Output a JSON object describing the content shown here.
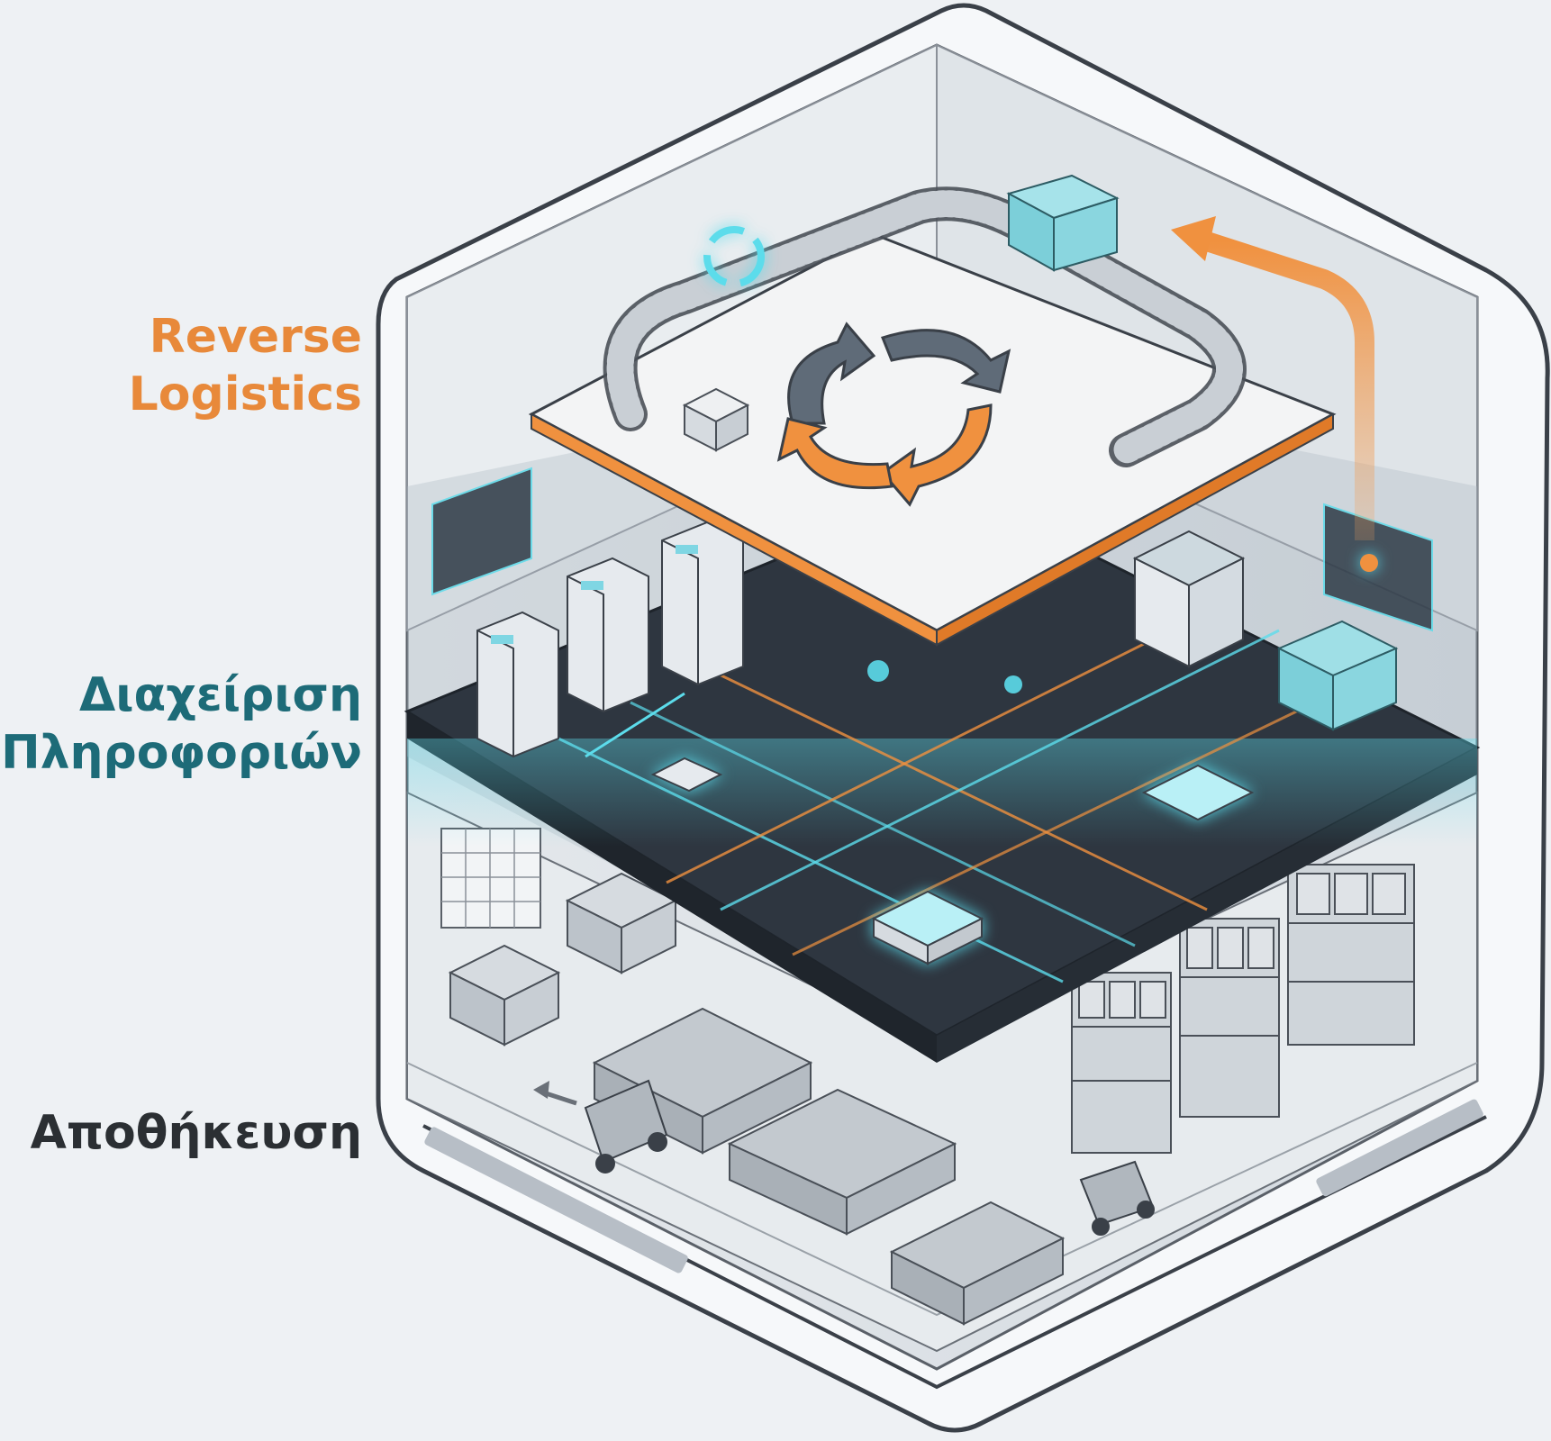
{
  "labels": {
    "reverse_logistics": [
      "Reverse",
      "Logistics"
    ],
    "information_management": [
      "Διαχείριση",
      "Πληροφοριών"
    ],
    "storage": [
      "Αποθήκευση"
    ]
  },
  "colors": {
    "background": "#eef1f4",
    "reverse_logistics": "#e8893a",
    "information_management": "#1d6b78",
    "storage": "#2b2f33",
    "cyan_glow": "#5cdceb",
    "dark_floor": "#2e3640",
    "orange_accent": "#f0913f"
  },
  "icons": [
    "recycle-cycle-arrows-icon",
    "conveyor-belt-icon",
    "server-rack-icon",
    "shipping-container-icon",
    "storage-shelf-icon",
    "forklift-icon",
    "data-flow-arrows-icon"
  ]
}
